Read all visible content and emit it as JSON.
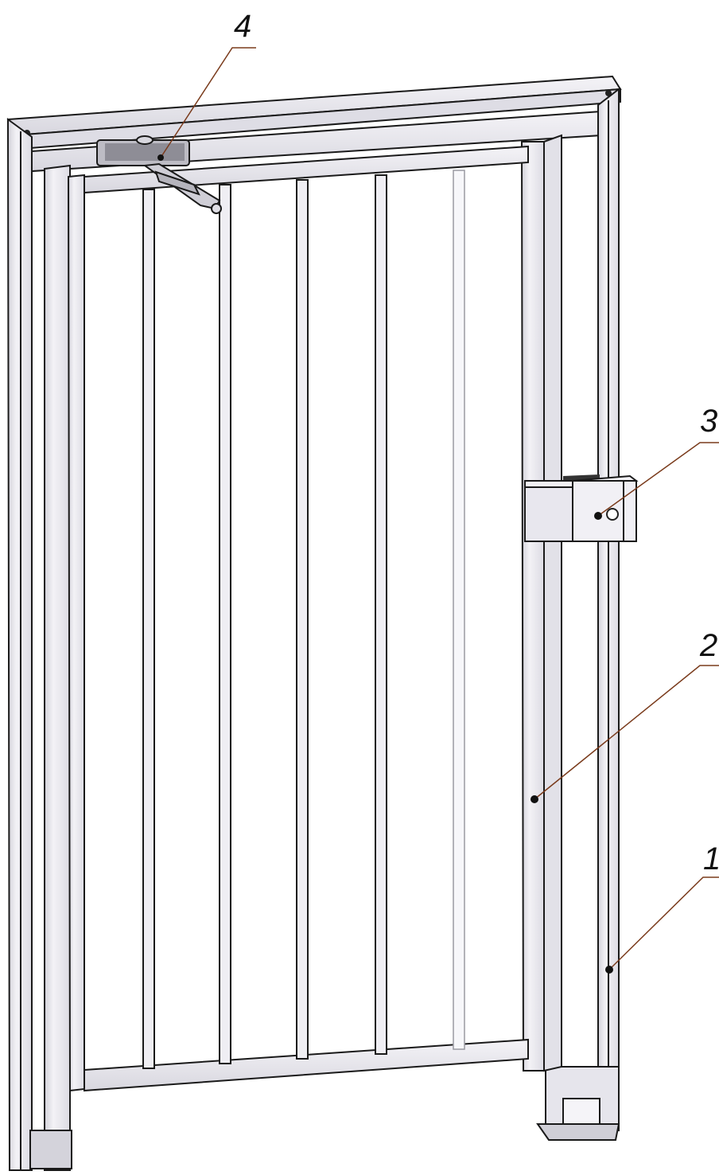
{
  "figure": {
    "callouts": [
      {
        "id": "1",
        "label": "1"
      },
      {
        "id": "2",
        "label": "2"
      },
      {
        "id": "3",
        "label": "3"
      },
      {
        "id": "4",
        "label": "4"
      }
    ],
    "colors": {
      "frame_fill": "#eeedf2",
      "frame_shade": "#d6d5de",
      "frame_edge": "#1a1a1a",
      "bar_fill": "#efeef3",
      "leader_line": "#7a3b1c",
      "label_text": "#111111",
      "background": "#ffffff"
    }
  }
}
